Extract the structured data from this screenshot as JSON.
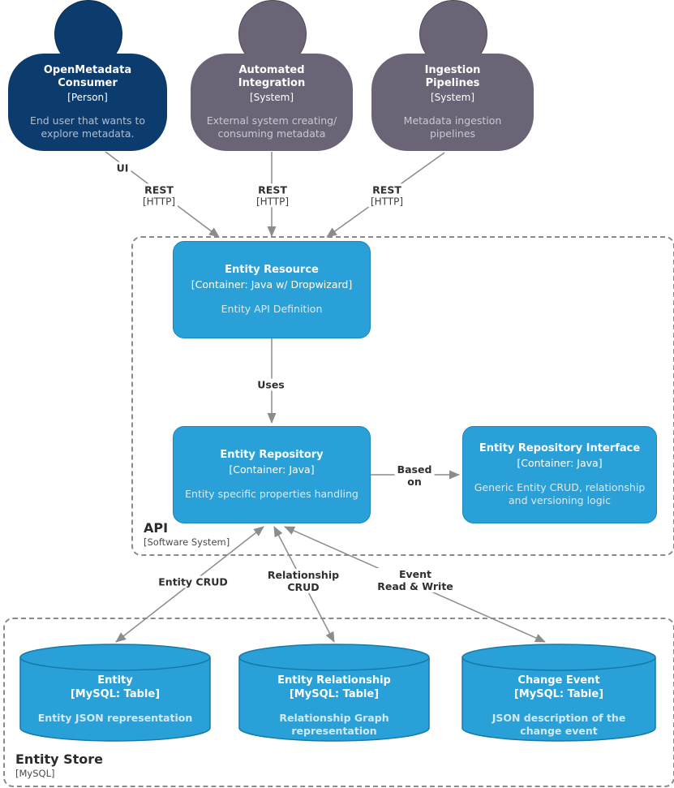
{
  "colors": {
    "person_fill": "#0C3C6E",
    "system_fill": "#6B6477",
    "container_fill": "#29A0D8",
    "container_border": "#1B84BA",
    "edge_line": "#8C8C8C",
    "boundary_border": "#8A8A8A",
    "edge_label_text": "#2F2F2F"
  },
  "actors": [
    {
      "name": "OpenMetadata Consumer",
      "meta": "[Person]",
      "description": "End user that wants to explore metadata."
    },
    {
      "name": "Automated Integration",
      "meta": "[System]",
      "description": "External system creating/ consuming metadata"
    },
    {
      "name": "Ingestion Pipelines",
      "meta": "[System]",
      "description": "Metadata ingestion pipelines"
    }
  ],
  "containers": [
    {
      "name": "Entity Resource",
      "meta": "[Container: Java w/ Dropwizard]",
      "description": "Entity API Definition"
    },
    {
      "name": "Entity Repository",
      "meta": "[Container: Java]",
      "description": "Entity specific properties handling"
    },
    {
      "name": "Entity Repository Interface",
      "meta": "[Container: Java]",
      "description": "Generic Entity CRUD, relationship and versioning logic"
    }
  ],
  "stores": [
    {
      "name": "Entity",
      "meta": "[MySQL: Table]",
      "description": "Entity JSON representation"
    },
    {
      "name": "Entity Relationship",
      "meta": "[MySQL: Table]",
      "description": "Relationship Graph representation"
    },
    {
      "name": "Change Event",
      "meta": "[MySQL: Table]",
      "description": "JSON description of the change event"
    }
  ],
  "boundaries": [
    {
      "name": "API",
      "meta": "[Software System]"
    },
    {
      "name": "Entity Store",
      "meta": "[MySQL]"
    }
  ],
  "edges": [
    {
      "name": "consumer-to-entity-resource",
      "label": "UI",
      "label2": "REST",
      "tech": "[HTTP]"
    },
    {
      "name": "automated-integration-to-entity-resource",
      "label": "REST",
      "tech": "[HTTP]"
    },
    {
      "name": "ingestion-pipelines-to-entity-resource",
      "label": "REST",
      "tech": "[HTTP]"
    },
    {
      "name": "entity-resource-to-entity-repository",
      "label": "Uses"
    },
    {
      "name": "entity-repository-to-interface",
      "lines": [
        "Based",
        "on"
      ]
    },
    {
      "name": "entity-table-to-repository",
      "label": "Entity CRUD"
    },
    {
      "name": "relationship-table-to-repository",
      "lines": [
        "Relationship",
        "CRUD"
      ]
    },
    {
      "name": "change-event-table-to-repository",
      "lines": [
        "Event",
        "Read & Write"
      ]
    }
  ]
}
